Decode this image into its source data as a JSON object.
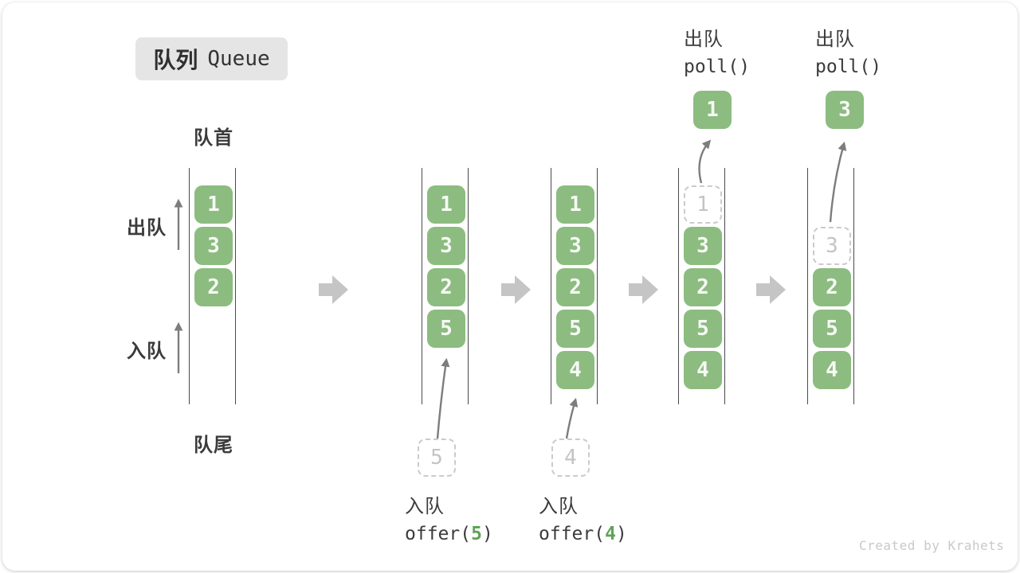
{
  "title": {
    "zh": "队列",
    "en": "Queue"
  },
  "side_labels": {
    "front": "队首",
    "rear": "队尾",
    "dequeue": "出队",
    "enqueue": "入队"
  },
  "columns": {
    "c1": {
      "boxes": [
        "1",
        "3",
        "2"
      ]
    },
    "c2": {
      "boxes": [
        "1",
        "3",
        "2",
        "5"
      ],
      "pending": "5"
    },
    "c3": {
      "boxes": [
        "1",
        "3",
        "2",
        "5",
        "4"
      ],
      "pending": "4"
    },
    "c4": {
      "removed": "1",
      "boxes": [
        "3",
        "2",
        "5",
        "4"
      ],
      "polled": "1"
    },
    "c5": {
      "removed": "3",
      "boxes": [
        "2",
        "5",
        "4"
      ],
      "polled": "3"
    }
  },
  "ops": {
    "enq5": {
      "label": "入队",
      "fn_open": "offer(",
      "arg": "5",
      "fn_close": ")"
    },
    "enq4": {
      "label": "入队",
      "fn_open": "offer(",
      "arg": "4",
      "fn_close": ")"
    },
    "deq1": {
      "label": "出队",
      "fn": "poll()"
    },
    "deq2": {
      "label": "出队",
      "fn": "poll()"
    }
  },
  "watermark": "Created by Krahets",
  "colors": {
    "box_green": "#8CBC80",
    "box_text": "#F7F9F5",
    "dashed_border": "#CBCBCB",
    "dashed_text": "#C4C4C4",
    "tube_line": "#4A4A4A",
    "ink": "#3B3B3B",
    "block_arrow": "#C5C5C5",
    "thin_arrow": "#7D7D7D",
    "badge_bg": "#E5E5E5",
    "arg_green": "#5FA357",
    "watermark_gray": "#C9C9C9"
  }
}
